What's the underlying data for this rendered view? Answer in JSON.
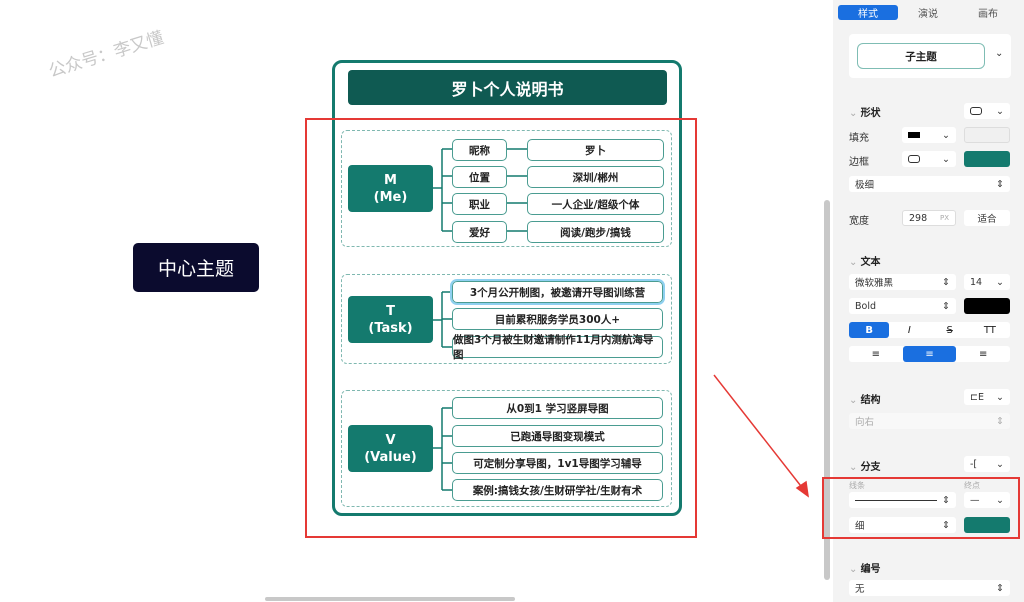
{
  "watermark": "公众号：李又懂",
  "center_topic": "中心主题",
  "map": {
    "title": "罗卜个人说明书",
    "m": {
      "node": "M",
      "sub": "(Me)",
      "rows": [
        {
          "k": "昵称",
          "v": "罗卜"
        },
        {
          "k": "位置",
          "v": "深圳/郴州"
        },
        {
          "k": "职业",
          "v": "一人企业/超级个体"
        },
        {
          "k": "爱好",
          "v": "阅读/跑步/搞钱"
        }
      ]
    },
    "t": {
      "node": "T",
      "sub": "(Task)",
      "items": [
        "3个月公开制图，被邀请开导图训练营",
        "目前累积服务学员300人+",
        "做图3个月被生财邀请制作11月内测航海导图"
      ]
    },
    "v": {
      "node": "V",
      "sub": "(Value)",
      "items": [
        "从0到1 学习竖屏导图",
        "已跑通导图变现模式",
        "可定制分享导图，1v1导图学习辅导",
        "案例:搞钱女孩/生财研学社/生财有术"
      ]
    }
  },
  "panel": {
    "tabs": [
      "样式",
      "演说",
      "画布"
    ],
    "style_preview": "子主题",
    "shape": {
      "title": "形状",
      "fill": "填充",
      "border": "边框",
      "border_weight": "极细",
      "width_label": "宽度",
      "width": "298",
      "unit": "PX",
      "fit": "适合"
    },
    "text": {
      "title": "文本",
      "font": "微软雅黑",
      "size": "14",
      "weight": "Bold",
      "bold": "B",
      "italic": "I",
      "strike": "S",
      "case": "TT"
    },
    "structure": {
      "title": "结构",
      "direction": "向右"
    },
    "branch": {
      "title": "分支",
      "line_label": "线条",
      "end_label": "终点",
      "thickness": "细"
    },
    "numbering": {
      "title": "编号",
      "value": "无"
    },
    "colors": {
      "teal": "#147a6e",
      "accent": "#1a6fe0",
      "red": "#e53935"
    }
  }
}
